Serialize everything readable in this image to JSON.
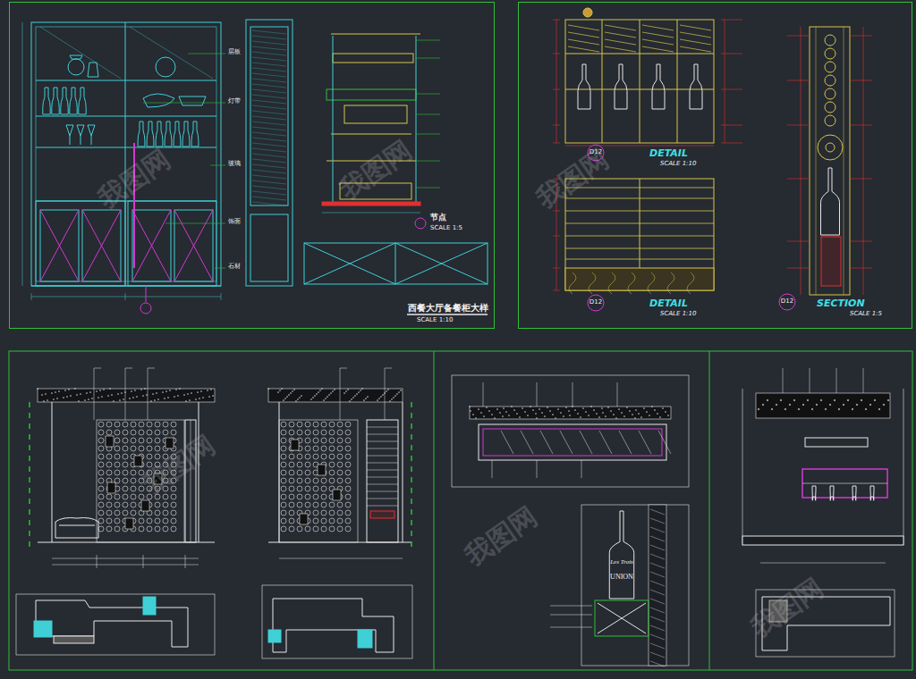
{
  "diagram": {
    "nodes": [
      {
        "text": [
          "西餐大厅备餐柜大样",
          "SCALE 1:10",
          "节点",
          "SCALE 1:5"
        ]
      },
      {
        "text": [
          "DETAIL",
          "SCALE 1:10",
          "DETAIL",
          "SCALE 1:10",
          "SECTION",
          "SCALE 1:5"
        ]
      }
    ],
    "labels": [
      "D12",
      "D12",
      "D12",
      "Les Trois",
      "UNION",
      "层板",
      "灯带",
      "玻璃",
      "饰面",
      "石材",
      "我图网",
      "我图网",
      "我图网",
      "我图网",
      "我图网",
      "我图网"
    ]
  }
}
